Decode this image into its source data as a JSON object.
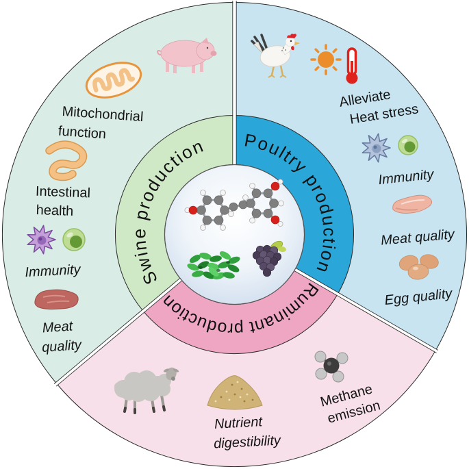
{
  "figure": {
    "type": "circular-three-sector-diagram",
    "background": "#ffffff"
  },
  "center": {
    "icons": {
      "molecule": "resveratrol-molecule",
      "plant": "knotweed-plant-photo",
      "grapes": "grape-cluster-photo"
    }
  },
  "sectors": {
    "swine": {
      "name": "Swine production",
      "colors": {
        "outer": "#d9ece5",
        "ring": "#cfe9c6"
      },
      "icons": [
        "pig",
        "mitochondrion",
        "intestine",
        "immune-cell",
        "lymphocyte",
        "pork-meat"
      ],
      "labels": {
        "mito": {
          "l1": "Mitochondrial",
          "l2": "function"
        },
        "gut": {
          "l1": "Intestinal",
          "l2": "health"
        },
        "imm": {
          "l1": "Immunity"
        },
        "meat": {
          "l1": "Meat",
          "l2": "quality"
        }
      }
    },
    "poultry": {
      "name": "Poultry production",
      "colors": {
        "outer": "#c7e4f0",
        "ring": "#2aa7d8"
      },
      "icons": [
        "hen",
        "sun",
        "thermometer",
        "immune-cell",
        "lymphocyte",
        "chicken-breast",
        "eggs"
      ],
      "labels": {
        "heat": {
          "l1": "Alleviate",
          "l2": "Heat stress"
        },
        "imm": {
          "l1": "Immunity"
        },
        "meat": {
          "l1": "Meat quality"
        },
        "egg": {
          "l1": "Egg quality"
        }
      }
    },
    "ruminant": {
      "name": "Ruminant production",
      "colors": {
        "outer": "#f7e0e9",
        "ring": "#efa6c2"
      },
      "icons": [
        "sheep",
        "feed-pile",
        "methane-molecule"
      ],
      "labels": {
        "nutrient": {
          "l1": "Nutrient",
          "l2": "digestibility"
        },
        "methane": {
          "l1": "Methane",
          "l2": "emission"
        }
      }
    }
  }
}
